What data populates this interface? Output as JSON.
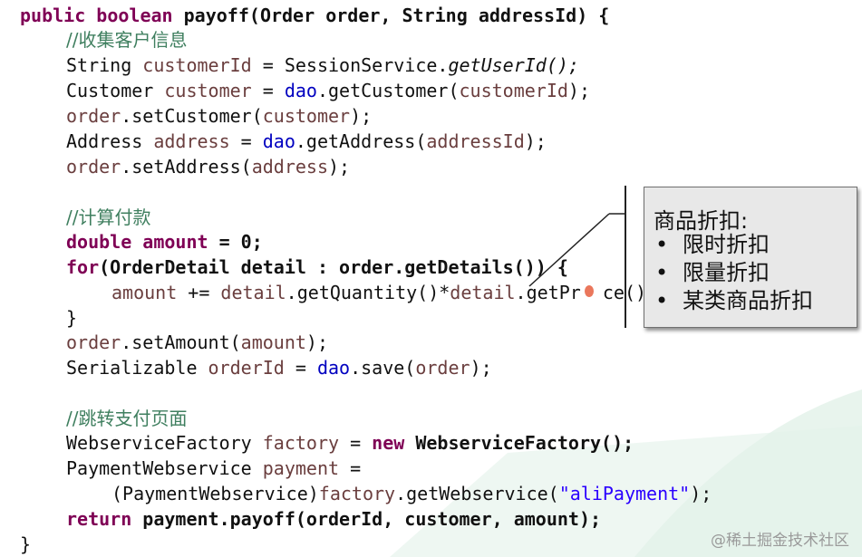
{
  "code": {
    "line1": {
      "kw_public": "public",
      "kw_boolean": "boolean",
      "method": "payoff",
      "open": "(",
      "type_order": "Order",
      "param_order": "order",
      "comma": ",",
      "type_string": "String",
      "param_address": "addressId",
      "close": ") {"
    },
    "comment1": "//收集客户信息",
    "line3": {
      "type": "String",
      "var": "customerId",
      "eq": " = ",
      "cls": "SessionService.",
      "call": "getUserId();"
    },
    "line4": {
      "type": "Customer",
      "var": "customer",
      "eq": " = ",
      "fld": "dao",
      "call": ".getCustomer(",
      "arg": "customerId",
      "end": ");"
    },
    "line5": {
      "obj": "order",
      "call": ".setCustomer(",
      "arg": "customer",
      "end": ");"
    },
    "line6": {
      "type": "Address",
      "var": "address",
      "eq": " = ",
      "fld": "dao",
      "call": ".getAddress(",
      "arg": "addressId",
      "end": ");"
    },
    "line7": {
      "obj": "order",
      "call": ".setAddress(",
      "arg": "address",
      "end": ");"
    },
    "comment2": "//计算付款",
    "line9": {
      "kw": "double",
      "var": "amount",
      "rest": " = 0;"
    },
    "line10": {
      "kw": "for",
      "rest": "(OrderDetail detail : order.getDetails()) {"
    },
    "line11": {
      "var1": "amount",
      "op": " += ",
      "var2": "detail",
      "mid": ".getQuantity()*",
      "var3": "detail",
      "end": ".getPr  ce();"
    },
    "line12": "}",
    "line13": {
      "obj": "order",
      "call": ".setAmount(",
      "arg": "amount",
      "end": ");"
    },
    "line14": {
      "type": "Serializable",
      "var": "orderId",
      "eq": " = ",
      "fld": "dao",
      "call": ".save(",
      "arg": "order",
      "end": ");"
    },
    "comment3": "//跳转支付页面",
    "line16": {
      "type": "WebserviceFactory",
      "var": "factory",
      "eq": " = ",
      "kw": "new",
      "rest": "WebserviceFactory();"
    },
    "line17": {
      "type": "PaymentWebservice",
      "var": "payment",
      "eq": " ="
    },
    "line18": {
      "cast": "(PaymentWebservice)",
      "var": "factory",
      "call": ".getWebservice(",
      "str": "\"aliPayment\"",
      "end": ");"
    },
    "line19": {
      "kw": "return",
      "rest": "payment.payoff(orderId, customer, amount);"
    },
    "line20": "}"
  },
  "callout": {
    "title": "商品折扣:",
    "items": [
      "限时折扣",
      "限量折扣",
      "某类商品折扣"
    ]
  },
  "watermark": "@稀土掘金技术社区",
  "colors": {
    "keyword": "#7f0055",
    "comment": "#3f7f5f",
    "field": "#0000c0",
    "string": "#2a00ff",
    "variable": "#6a3e3e"
  }
}
